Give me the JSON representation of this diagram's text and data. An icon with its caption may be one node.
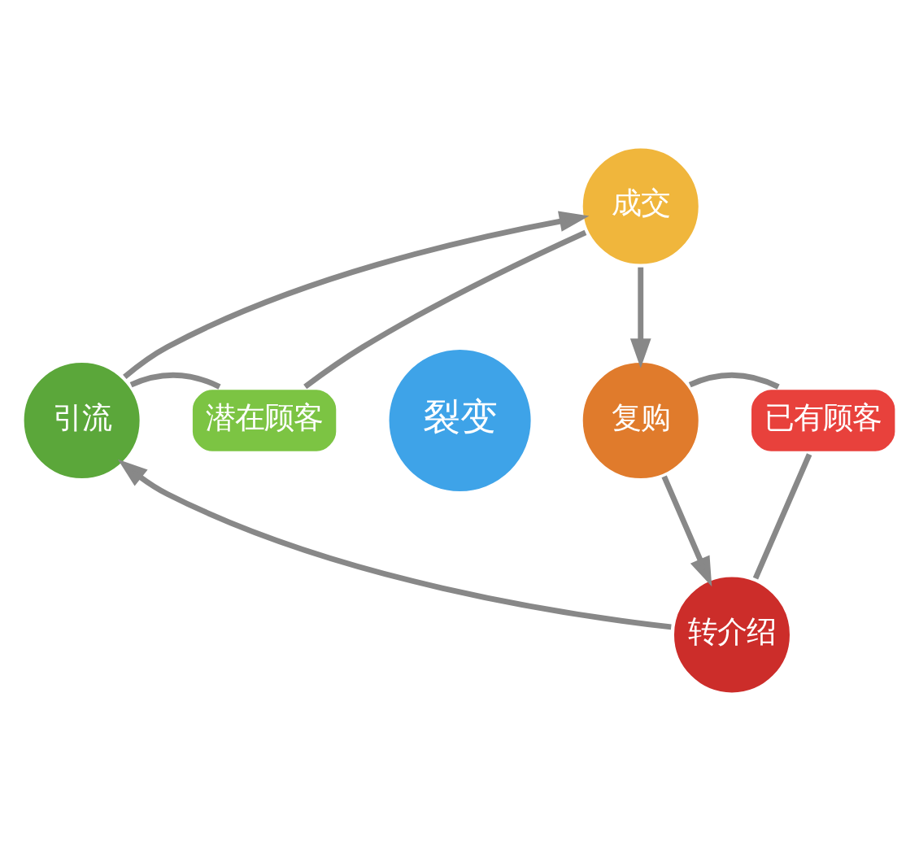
{
  "diagram": {
    "nodes": [
      {
        "text": [
          "成交"
        ]
      },
      {
        "text": [
          "引流"
        ]
      },
      {
        "text": [
          "潜在顾客"
        ]
      },
      {
        "text": [
          "裂变"
        ]
      },
      {
        "text": [
          "复购"
        ]
      },
      {
        "text": [
          "已有顾客"
        ]
      },
      {
        "text": [
          "转介绍"
        ]
      }
    ],
    "edges": [
      {
        "from": 1,
        "to": 0,
        "arrow": "to"
      },
      {
        "from": 0,
        "to": 4,
        "arrow": "to"
      },
      {
        "from": 4,
        "to": 6,
        "arrow": "to"
      },
      {
        "from": 6,
        "to": 1,
        "arrow": "to"
      },
      {
        "from": 2,
        "to": 0,
        "arrow": "none"
      },
      {
        "from": 2,
        "to": 1,
        "arrow": "none"
      },
      {
        "from": 5,
        "to": 4,
        "arrow": "none"
      },
      {
        "from": 5,
        "to": 6,
        "arrow": "none"
      }
    ]
  }
}
